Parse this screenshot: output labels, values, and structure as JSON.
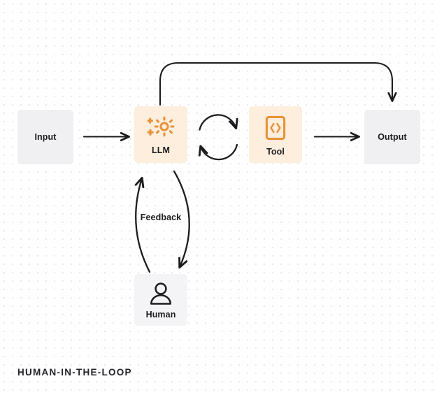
{
  "diagram": {
    "caption": "HUMAN-IN-THE-LOOP",
    "colors": {
      "canvas_background": "#ffffff",
      "dot_grid": "#e8e8ee",
      "neutral_node": "#f0f0f3",
      "accent_node": "#fdeedd",
      "accent_icon": "#e8923a",
      "stroke": "#1c1c1e",
      "text": "#1c1c1e"
    },
    "nodes": [
      {
        "id": "input",
        "label": "Input",
        "icon": null,
        "style": "neutral"
      },
      {
        "id": "llm",
        "label": "LLM",
        "icon": "sparkle-burst-icon",
        "style": "accent"
      },
      {
        "id": "tool",
        "label": "Tool",
        "icon": "code-brackets-icon",
        "style": "accent"
      },
      {
        "id": "output",
        "label": "Output",
        "icon": null,
        "style": "neutral"
      },
      {
        "id": "human",
        "label": "Human",
        "icon": "person-icon",
        "style": "neutral"
      }
    ],
    "edges": [
      {
        "id": "input-to-llm",
        "from": "input",
        "to": "llm",
        "label": "",
        "shape": "straight-arrow",
        "direction": "forward"
      },
      {
        "id": "llm-to-tool-loop",
        "from": "llm",
        "to": "tool",
        "label": "",
        "shape": "circular-double-arrow",
        "direction": "bidirectional"
      },
      {
        "id": "tool-to-output",
        "from": "tool",
        "to": "output",
        "label": "",
        "shape": "straight-arrow",
        "direction": "forward"
      },
      {
        "id": "llm-to-output-top",
        "from": "llm",
        "to": "output",
        "label": "",
        "shape": "curved-overhead-arrow",
        "direction": "forward"
      },
      {
        "id": "llm-human-feedback",
        "from": "llm",
        "to": "human",
        "label": "Feedback",
        "shape": "curved-double-arrow",
        "direction": "bidirectional"
      }
    ]
  }
}
